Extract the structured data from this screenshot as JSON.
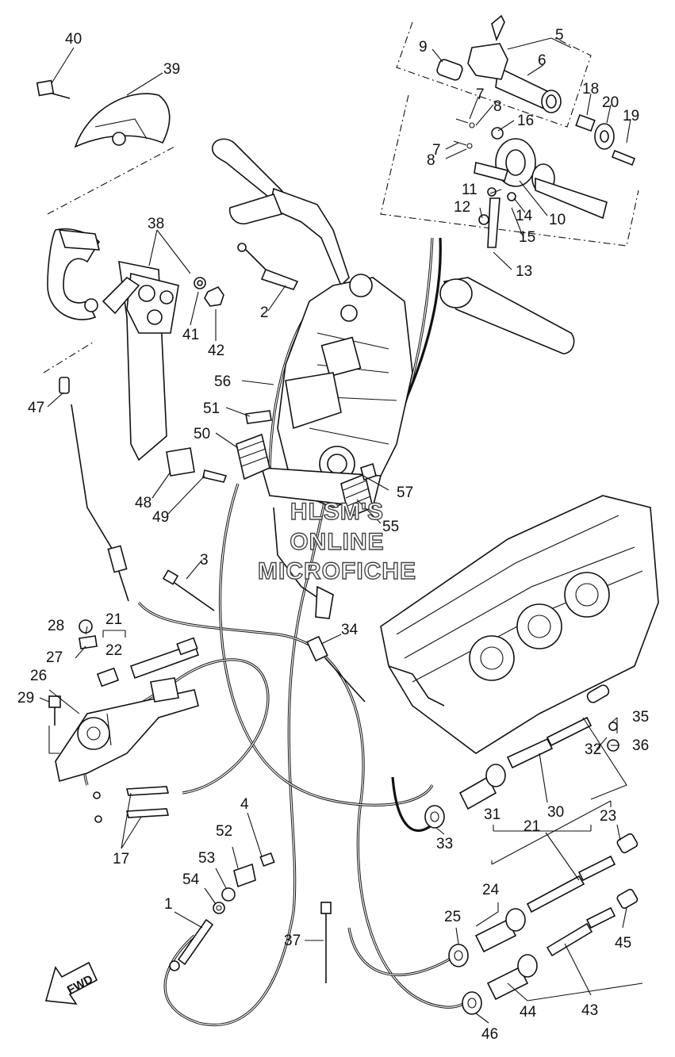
{
  "watermark": {
    "line1": "HLSM'S",
    "line2": "ONLINE",
    "line3": "MICROFICHE"
  },
  "direction_label": "FWD",
  "callouts": {
    "c1": "1",
    "c2": "2",
    "c3": "3",
    "c4": "4",
    "c5": "5",
    "c6": "6",
    "c7a": "7",
    "c7b": "7",
    "c8a": "8",
    "c8b": "8",
    "c9": "9",
    "c10": "10",
    "c11": "11",
    "c12": "12",
    "c13": "13",
    "c14": "14",
    "c15": "15",
    "c16": "16",
    "c17": "17",
    "c18": "18",
    "c19": "19",
    "c20": "20",
    "c21a": "21",
    "c21b": "21",
    "c22": "22",
    "c23": "23",
    "c24": "24",
    "c25": "25",
    "c26": "26",
    "c27": "27",
    "c28": "28",
    "c29": "29",
    "c30": "30",
    "c31": "31",
    "c32": "32",
    "c33": "33",
    "c34": "34",
    "c35": "35",
    "c36": "36",
    "c37": "37",
    "c38": "38",
    "c39": "39",
    "c40": "40",
    "c41": "41",
    "c42": "42",
    "c43": "43",
    "c44": "44",
    "c45": "45",
    "c46": "46",
    "c47": "47",
    "c48": "48",
    "c49": "49",
    "c50": "50",
    "c51": "51",
    "c52": "52",
    "c53": "53",
    "c54": "54",
    "c55": "55",
    "c56": "56",
    "c57": "57"
  }
}
